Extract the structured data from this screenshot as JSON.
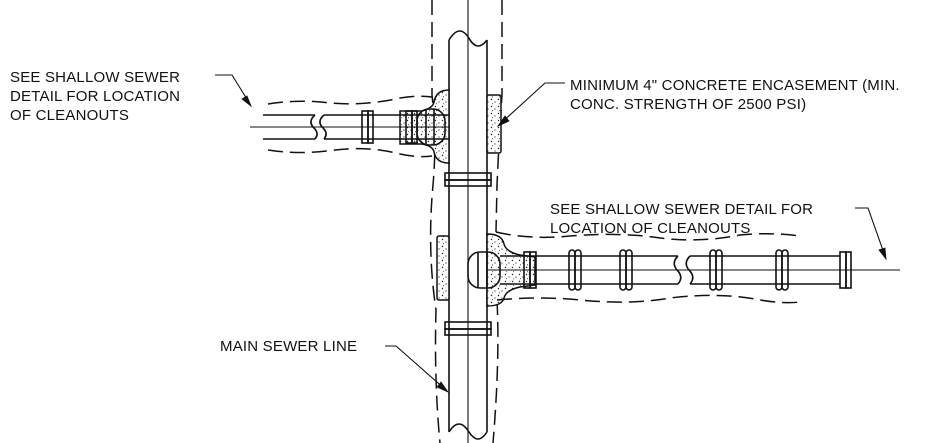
{
  "labels": {
    "cleanout_left": [
      "SEE SHALLOW SEWER",
      "DETAIL FOR LOCATION",
      "OF CLEANOUTS"
    ],
    "encasement": [
      "MINIMUM 4\" CONCRETE ENCASEMENT (MIN.",
      "CONC. STRENGTH OF 2500 PSI)"
    ],
    "cleanout_right": [
      "SEE SHALLOW SEWER DETAIL FOR",
      "LOCATION OF CLEANOUTS"
    ],
    "main_line": [
      "MAIN SEWER LINE"
    ]
  },
  "colors": {
    "line": "#111111",
    "background": "#ffffff"
  }
}
